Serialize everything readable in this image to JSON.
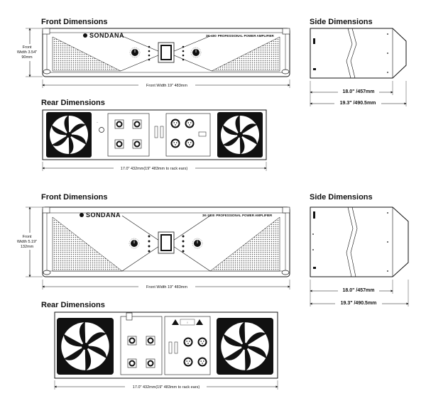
{
  "section1": {
    "front_title": "Front  Dimensions",
    "side_title": "Side Dimensions",
    "rear_title": "Rear Dimensions",
    "brand": "SONDANA",
    "model": "3K-400",
    "model_desc": "PROFESSIONAL POWER AMPLIFIER",
    "front_height_line1": "Front",
    "front_height_line2": "Width 3.54\"",
    "front_height_line3": "90mm",
    "front_width": "Front Width 19\"  483mm",
    "side_depth_inner": "18.0\" /457mm",
    "side_depth_outer": "19.3\" /490.5mm",
    "rear_width": "17.0\"  432mm(19\"  483mm to rack ears)"
  },
  "section2": {
    "front_title": "Front  Dimensions",
    "side_title": "Side Dimensions",
    "rear_title": "Rear Dimensions",
    "brand": "SONDANA",
    "model": "3K-1800",
    "model_desc": "PROFESSIONAL POWER AMPLIFIER",
    "front_height_line1": "Front",
    "front_height_line2": "Width 5.19\"",
    "front_height_line3": "132mm",
    "front_width": "Front Width 19\"  483mm",
    "side_depth_inner": "18.0\" /457mm",
    "side_depth_outer": "19.3\" /490.5mm",
    "rear_width": "17.0\"  432mm(19\"  483mm to rack ears)"
  },
  "icons": {
    "fan": "fan-blade-icon",
    "knob": "volume-knob-icon",
    "xlr": "xlr-connector-icon",
    "logo": "sondana-logo-icon"
  },
  "colors": {
    "line": "#111111",
    "mesh": "#9a9a9a",
    "panel": "#ffffff"
  }
}
